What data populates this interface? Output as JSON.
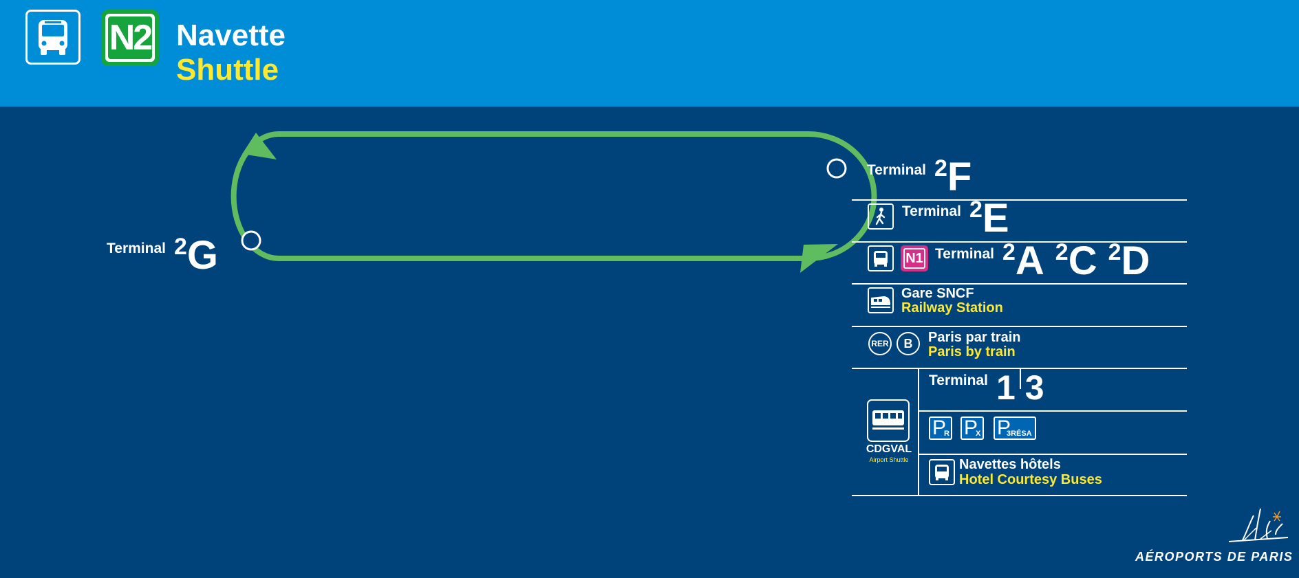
{
  "header": {
    "line_code": "N2",
    "title_fr": "Navette",
    "title_en": "Shuttle",
    "icons": [
      "bus-icon"
    ],
    "colors": {
      "band": "#008dd8",
      "line": "#16a43c",
      "accent": "#ffe92f"
    }
  },
  "map": {
    "background": "#00427a",
    "loop_color": "#5fbc5f",
    "left_stop": {
      "label": "Terminal",
      "sup": "2",
      "code": "G"
    },
    "right_stop": {
      "label": "Terminal",
      "sup": "2",
      "code": "F"
    }
  },
  "connections": {
    "row_2e": {
      "label": "Terminal",
      "sup": "2",
      "code": "E",
      "icon": "walking-person-icon"
    },
    "row_2acd": {
      "badge": "N1",
      "label": "Terminal",
      "codes": [
        {
          "sup": "2",
          "code": "A"
        },
        {
          "sup": "2",
          "code": "C"
        },
        {
          "sup": "2",
          "code": "D"
        }
      ],
      "icon": "bus-icon"
    },
    "row_sncf": {
      "fr": "Gare SNCF",
      "en": "Railway Station",
      "icon": "train-icon"
    },
    "row_rer": {
      "badge_rer": "RER",
      "badge_line": "B",
      "fr": "Paris par train",
      "en": "Paris by train"
    },
    "cdgval": {
      "name": "CDGVAL",
      "sub": "Airport Shuttle",
      "terminals": {
        "label": "Terminal",
        "first": "1",
        "second": "3"
      },
      "parkings": [
        {
          "letter": "P",
          "sub": "R"
        },
        {
          "letter": "P",
          "sub": "X"
        },
        {
          "letter": "P",
          "sub": "3RÉSA"
        }
      ],
      "hotels": {
        "fr": "Navettes hôtels",
        "en": "Hotel Courtesy Buses"
      }
    }
  },
  "footer": {
    "brand": "AÉROPORTS DE PARIS"
  }
}
